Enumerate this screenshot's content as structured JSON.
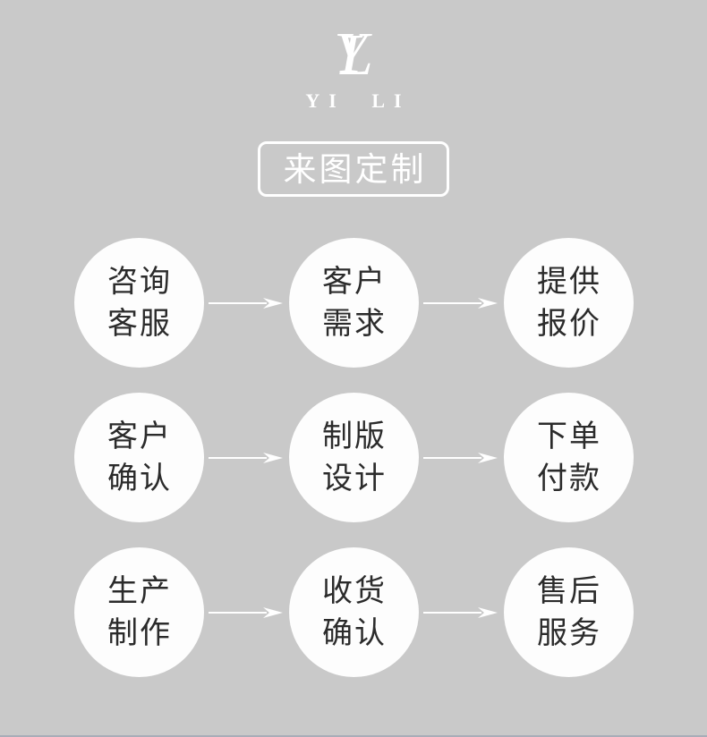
{
  "brand": {
    "monogram_y": "Y",
    "monogram_l": "L",
    "name": "YI LI"
  },
  "banner": {
    "title": "来图定制"
  },
  "flow": {
    "rows": [
      {
        "steps": [
          {
            "line1": "咨询",
            "line2": "客服"
          },
          {
            "line1": "客户",
            "line2": "需求"
          },
          {
            "line1": "提供",
            "line2": "报价"
          }
        ]
      },
      {
        "steps": [
          {
            "line1": "客户",
            "line2": "确认"
          },
          {
            "line1": "制版",
            "line2": "设计"
          },
          {
            "line1": "下单",
            "line2": "付款"
          }
        ]
      },
      {
        "steps": [
          {
            "line1": "生产",
            "line2": "制作"
          },
          {
            "line1": "收货",
            "line2": "确认"
          },
          {
            "line1": "售后",
            "line2": "服务"
          }
        ]
      }
    ]
  },
  "icons": {
    "connector": "right-arrow-icon",
    "monogram": "yl-monogram-icon"
  },
  "colors": {
    "background": "#c9c9c9",
    "circle_fill": "#fdfdfd",
    "circle_text": "#2b2b2b",
    "white_accent": "#ffffff",
    "bottom_edge": "#a8adb8"
  }
}
